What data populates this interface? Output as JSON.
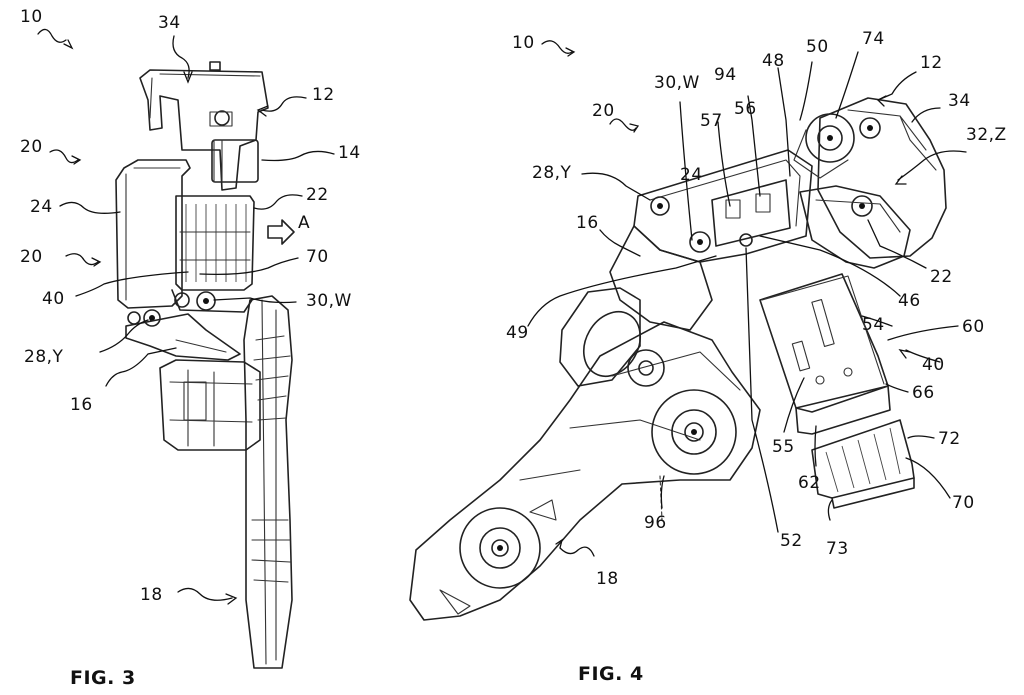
{
  "fig3": {
    "caption": "FIG. 3",
    "labels": {
      "l10": "10",
      "l34": "34",
      "l12": "12",
      "l20a": "20",
      "l14": "14",
      "l24": "24",
      "l22": "22",
      "lA": "A",
      "l20b": "20",
      "l70": "70",
      "l40": "40",
      "l30w": "30,W",
      "l28y": "28,Y",
      "l16": "16",
      "l18": "18"
    }
  },
  "fig4": {
    "caption": "FIG. 4",
    "labels": {
      "l10": "10",
      "l30w": "30,W",
      "l94": "94",
      "l48": "48",
      "l50": "50",
      "l74": "74",
      "l12": "12",
      "l20": "20",
      "l57": "57",
      "l56": "56",
      "l34": "34",
      "l28y": "28,Y",
      "l24": "24",
      "l32z": "32,Z",
      "l16": "16",
      "l22": "22",
      "l46": "46",
      "l49": "49",
      "l54": "54",
      "l60": "60",
      "l40": "40",
      "l66": "66",
      "l55": "55",
      "l72": "72",
      "l62": "62",
      "l70": "70",
      "l96": "96",
      "l52": "52",
      "l73": "73",
      "l18": "18"
    }
  }
}
